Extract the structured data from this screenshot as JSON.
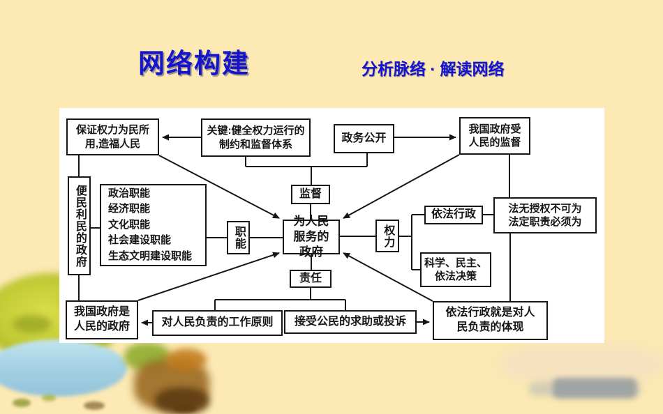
{
  "title": {
    "main": "网络构建",
    "subtitle": "分析脉络 · 解读网络"
  },
  "colors": {
    "title_blue": "#1414cc",
    "background_cream": "#fce9b3",
    "panel_white": "#ffffff",
    "diagram_line": "#161616"
  },
  "diagram": {
    "top": {
      "ensure_power": "保证权力为民所用,造福人民",
      "key_system": "关键:健全权力运行的制约和监督体系",
      "open_government": "政务公开",
      "supervised_by_people": "我国政府受人民的监督"
    },
    "left": {
      "convenient_government": "便民利民的政府",
      "functions": [
        "政治职能",
        "经济职能",
        "文化职能",
        "社会建设职能",
        "生态文明建设职能"
      ],
      "functions_label": "职能"
    },
    "center": {
      "serve_people_government": "为人民服务的政府",
      "supervision": "监督",
      "responsibility": "责任",
      "power": "权力"
    },
    "right": {
      "law_based_admin": "依法行政",
      "no_authorization_rule": "法无授权不可为法定职责必须为",
      "decision_making": "科学、民主、依法决策"
    },
    "bottom": {
      "peoples_government": "我国政府是人民的政府",
      "responsible_principle": "对人民负责的工作原则",
      "accept_help": "接受公民的求助或投诉",
      "law_admin_responsibility": "依法行政就是对人民负责的体现"
    }
  }
}
